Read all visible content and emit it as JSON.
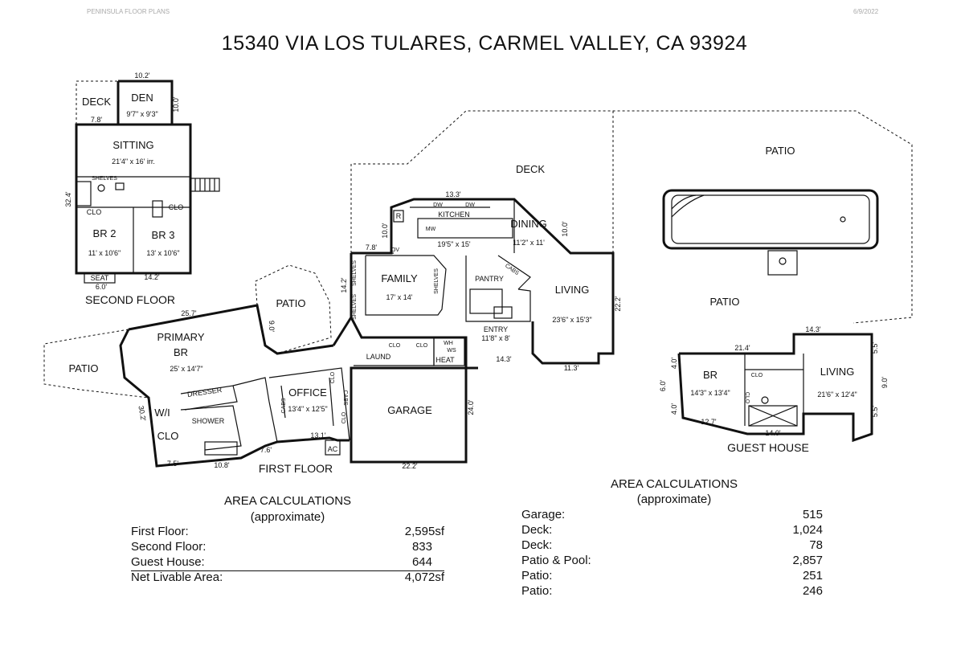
{
  "header": {
    "brand": "PENINSULA FLOOR PLANS",
    "date": "6/9/2022",
    "title": "15340 VIA LOS TULARES, CARMEL VALLEY, CA  93924"
  },
  "floors": {
    "second": "SECOND FLOOR",
    "first": "FIRST FLOOR",
    "guest": "GUEST HOUSE"
  },
  "rooms": {
    "deck_small": "DECK",
    "den": "DEN",
    "den_dim": "9'7\" x 9'3\"",
    "sitting": "SITTING",
    "sitting_dim": "21'4\" x 16' irr.",
    "br2": "BR 2",
    "br2_dim": "11' x 10'6\"",
    "br3": "BR 3",
    "br3_dim": "13' x 10'6\"",
    "deck_main": "DECK",
    "kitchen": "KITCHEN",
    "kitchen_dim": "19'5\" x 15'",
    "dining": "DINING",
    "dining_dim": "11'2\" x 11'",
    "family": "FAMILY",
    "family_dim": "17' x 14'",
    "pantry": "PANTRY",
    "living": "LIVING",
    "living_dim": "23'6\" x 15'3\"",
    "entry": "ENTRY",
    "entry_dim": "11'8\" x 8'",
    "patio_top": "PATIO",
    "patio_mid": "PATIO",
    "patio_primary": "PATIO",
    "patio_left": "PATIO",
    "primary": "PRIMARY",
    "primary_br": "BR",
    "primary_dim": "25' x 14'7\"",
    "laund": "LAUND",
    "heat": "HEAT",
    "office": "OFFICE",
    "office_dim": "13'4\" x 12'5\"",
    "garage": "GARAGE",
    "wi": "W/I",
    "wi_clo": "CLO",
    "shower": "SHOWER",
    "dresser": "DRESSER",
    "guest_br": "BR",
    "guest_br_dim": "14'3\" x 13'4\"",
    "guest_living": "LIVING",
    "guest_living_dim": "21'6\" x 12'4\""
  },
  "labels": {
    "shelves": "SHELVES",
    "clo": "CLO",
    "seat": "SEAT",
    "r": "R",
    "mw": "MW",
    "dw": "DW",
    "ov": "OV",
    "cabs": "CABS",
    "wh": "WH",
    "ws": "WS",
    "ac": "AC"
  },
  "dims": {
    "d102": "10.2'",
    "d100a": "10.0'",
    "d78a": "7.8'",
    "d324": "32.4'",
    "d60a": "6.0'",
    "d142a": "14.2'",
    "d133": "13.3'",
    "d100b": "10.0'",
    "d100c": "10.0'",
    "d78b": "7.8'",
    "d142b": "14.2'",
    "d222": "22.2'",
    "d257": "25.7'",
    "d90a": "9.0'",
    "d143a": "14.3'",
    "d113": "11.3'",
    "d240": "24.0'",
    "d222b": "22.2'",
    "d302": "30.2'",
    "d75": "7.5'",
    "d108": "10.8'",
    "d76": "7.6'",
    "d131": "13.1'",
    "d143b": "14.3'",
    "d214": "21.4'",
    "d55a": "5.5'",
    "d90b": "9.0'",
    "d55b": "5.5'",
    "d40a": "4.0'",
    "d60b": "6.0'",
    "d40b": "4.0'",
    "d127": "12.7'",
    "d140": "14.0'"
  },
  "area_left": {
    "title": "AREA CALCULATIONS",
    "subtitle": "(approximate)",
    "rows": [
      {
        "label": "First  Floor:",
        "value": "2,595sf"
      },
      {
        "label": "Second Floor:",
        "value": "833"
      },
      {
        "label": "Guest House:",
        "value": "644"
      },
      {
        "label": "Net Livable Area:",
        "value": "4,072sf"
      }
    ]
  },
  "area_right": {
    "title": "AREA CALCULATIONS",
    "subtitle": "(approximate)",
    "rows": [
      {
        "label": "Garage:",
        "value": "515"
      },
      {
        "label": "Deck:",
        "value": "1,024"
      },
      {
        "label": "Deck:",
        "value": "78"
      },
      {
        "label": "Patio & Pool:",
        "value": "2,857"
      },
      {
        "label": "Patio:",
        "value": "251"
      },
      {
        "label": "Patio:",
        "value": "246"
      }
    ]
  }
}
